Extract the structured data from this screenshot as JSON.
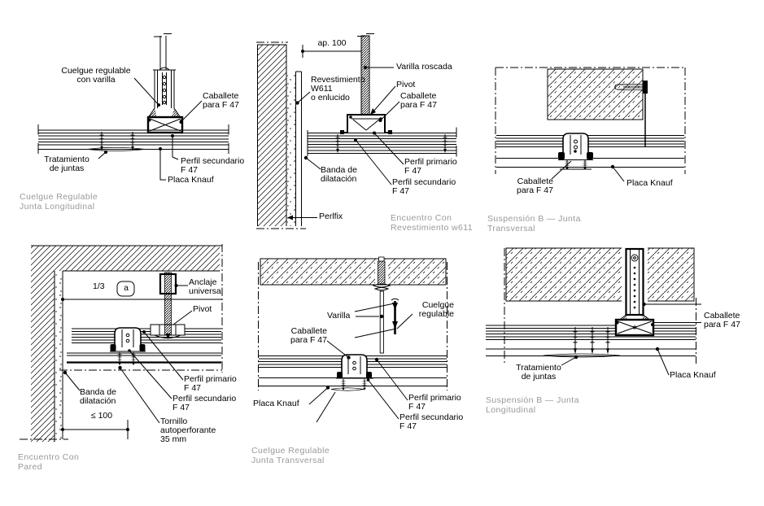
{
  "drawing": {
    "background": "#ffffff",
    "line_color": "#000000",
    "caption_color": "#999999"
  },
  "panels": [
    {
      "name": "cuelgue-regulable-junta-longitudinal",
      "caption": "Cuelgue Regulable\nJunta Longitudinal",
      "labels": {
        "cuelgue_regulable": "Cuelgue regulable\ncon varilla",
        "caballete": "Caballete\npara F 47",
        "tratamiento": "Tratamiento\nde juntas",
        "perfil_secundario": "Perfil secundario\nF 47",
        "placa": "Placa Knauf"
      }
    },
    {
      "name": "encuentro-con-revestimiento-w611",
      "caption": "Encuentro Con\nRevestimiento w611",
      "labels": {
        "dim_ap": "ap. 100",
        "varilla_roscada": "Varilla roscada",
        "pivot": "Pivot",
        "caballete": "Caballete\npara F 47",
        "revestimiento": "Revestimiento\nW611\no enlucido",
        "banda": "Banda de\ndilatación",
        "perfil_primario": "Perfil primario\nF 47",
        "perfil_secundario": "Perfil secundario\nF 47",
        "perlfix": "Perlfix"
      }
    },
    {
      "name": "suspension-b-junta-transversal",
      "caption": "Suspensión B — Junta\nTransversal",
      "labels": {
        "caballete": "Caballete\npara F 47",
        "placa": "Placa Knauf"
      }
    },
    {
      "name": "encuentro-con-pared",
      "caption": "Encuentro Con\nPared",
      "labels": {
        "fraction": "1/3",
        "detail_letter": "a",
        "anclaje": "Anclaje\nuniversal",
        "pivot": "Pivot",
        "banda": "Banda de\ndilatación",
        "perfil_primario": "Perfil primario\nF 47",
        "perfil_secundario": "Perfil secundario\nF 47",
        "tornillo": "Tornillo\nautoperforante\n35 mm",
        "dim_max": "≤ 100"
      }
    },
    {
      "name": "cuelgue-regulable-junta-transversal",
      "caption": "Cuelgue Regulable\nJunta Transversal",
      "labels": {
        "varilla": "Varilla",
        "cuelgue": "Cuelgue\nregulable",
        "caballete": "Caballete\npara F 47",
        "placa": "Placa Knauf",
        "perfil_primario": "Perfil primario\nF 47",
        "perfil_secundario": "Perfil secundario\nF 47"
      }
    },
    {
      "name": "suspension-b-junta-longitudinal",
      "caption": "Suspensión B — Junta\nLongitudinal",
      "labels": {
        "caballete": "Caballete\npara F 47",
        "tratamiento": "Tratamiento\nde juntas",
        "placa": "Placa Knauf"
      }
    }
  ]
}
